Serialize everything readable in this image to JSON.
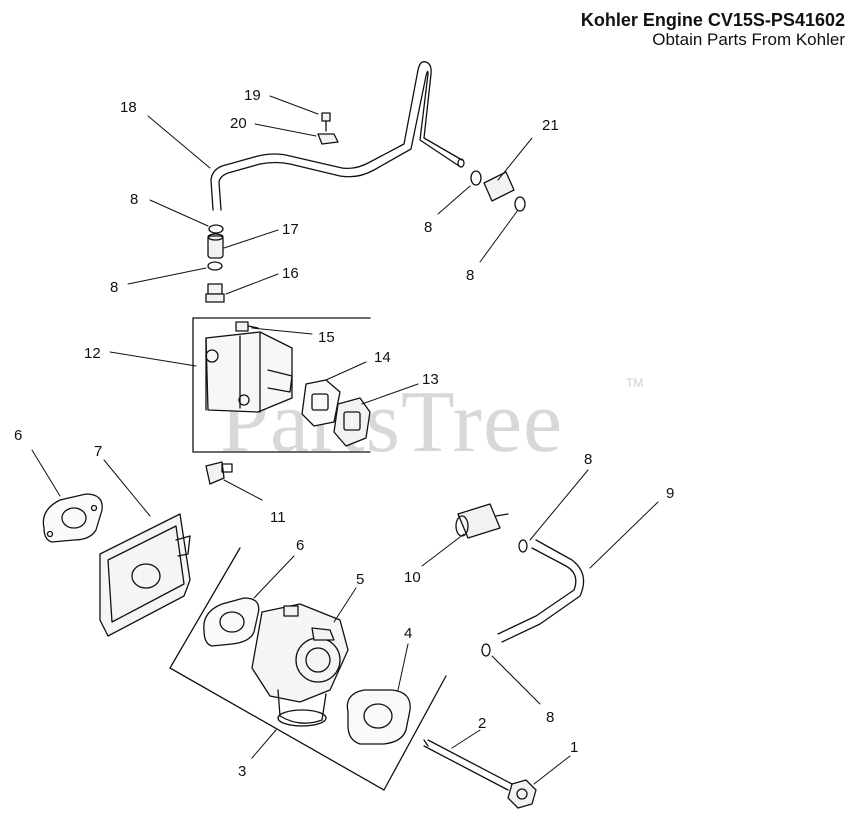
{
  "header": {
    "title": "Kohler Engine CV15S-PS41602",
    "subtitle": "Obtain Parts From Kohler"
  },
  "watermark": {
    "text": "PartsTree",
    "tm": "TM"
  },
  "callouts": {
    "c1": "1",
    "c2": "2",
    "c3": "3",
    "c4": "4",
    "c5": "5",
    "c6a": "6",
    "c6b": "6",
    "c7": "7",
    "c8a": "8",
    "c8b": "8",
    "c8c": "8",
    "c8d": "8",
    "c8e": "8",
    "c8f": "8",
    "c9": "9",
    "c10": "10",
    "c11": "11",
    "c12": "12",
    "c13": "13",
    "c14": "14",
    "c15": "15",
    "c16": "16",
    "c17": "17",
    "c18": "18",
    "c19": "19",
    "c20": "20",
    "c21": "21"
  },
  "colors": {
    "line": "#111111",
    "watermark": "#d8d8d8",
    "part_fill": "#f2f2f2"
  }
}
